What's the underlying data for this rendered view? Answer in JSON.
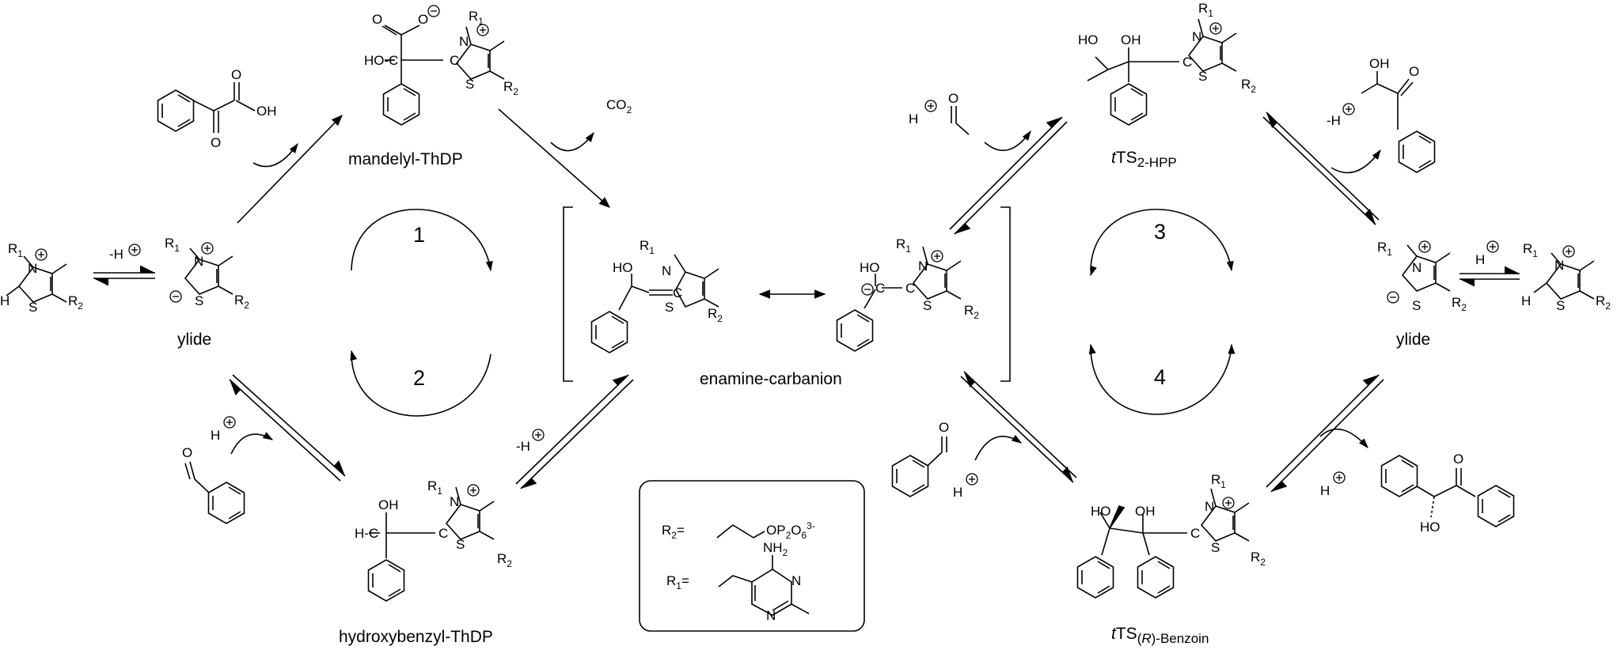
{
  "labels": {
    "mandelyl": "mandelyl-ThDP",
    "ylide_left": "ylide",
    "ylide_right": "ylide",
    "enamine": "enamine-carbanion",
    "hydroxybenzyl": "hydroxybenzyl-ThDP",
    "tts_hpp_italic": "t",
    "tts_hpp_main": "TS",
    "tts_hpp_sub": "2-HPP",
    "tts_benz_italic": "t",
    "tts_benz_main": "TS",
    "tts_benz_sub_a": "(",
    "tts_benz_sub_r": "R",
    "tts_benz_sub_b": ")-Benzoin"
  },
  "cycles": [
    "1",
    "2",
    "3",
    "4"
  ],
  "reagents": {
    "minus_h": "-H",
    "h": "H",
    "plus": "+",
    "minus": "−",
    "co2": "CO",
    "co2_sub": "2"
  },
  "atoms": {
    "R": "R",
    "one": "1",
    "two": "2",
    "N": "N",
    "S": "S",
    "H": "H",
    "C": "C",
    "O": "O",
    "OH": "OH",
    "HO": "HO",
    "HOC": "HO-C",
    "HC": "H-C",
    "CH": "C"
  },
  "legend": {
    "r2_label": "R",
    "r2_sub": "2",
    "r1_label": "R",
    "r1_sub": "1",
    "equals": "=",
    "r2_group": "OP",
    "r2_group_p": "2",
    "r2_group_o": "O",
    "r2_group_6": "6",
    "r2_group_charge": "3-",
    "nh2": "NH",
    "nh2_sub": "2",
    "pyr_n": "N"
  }
}
